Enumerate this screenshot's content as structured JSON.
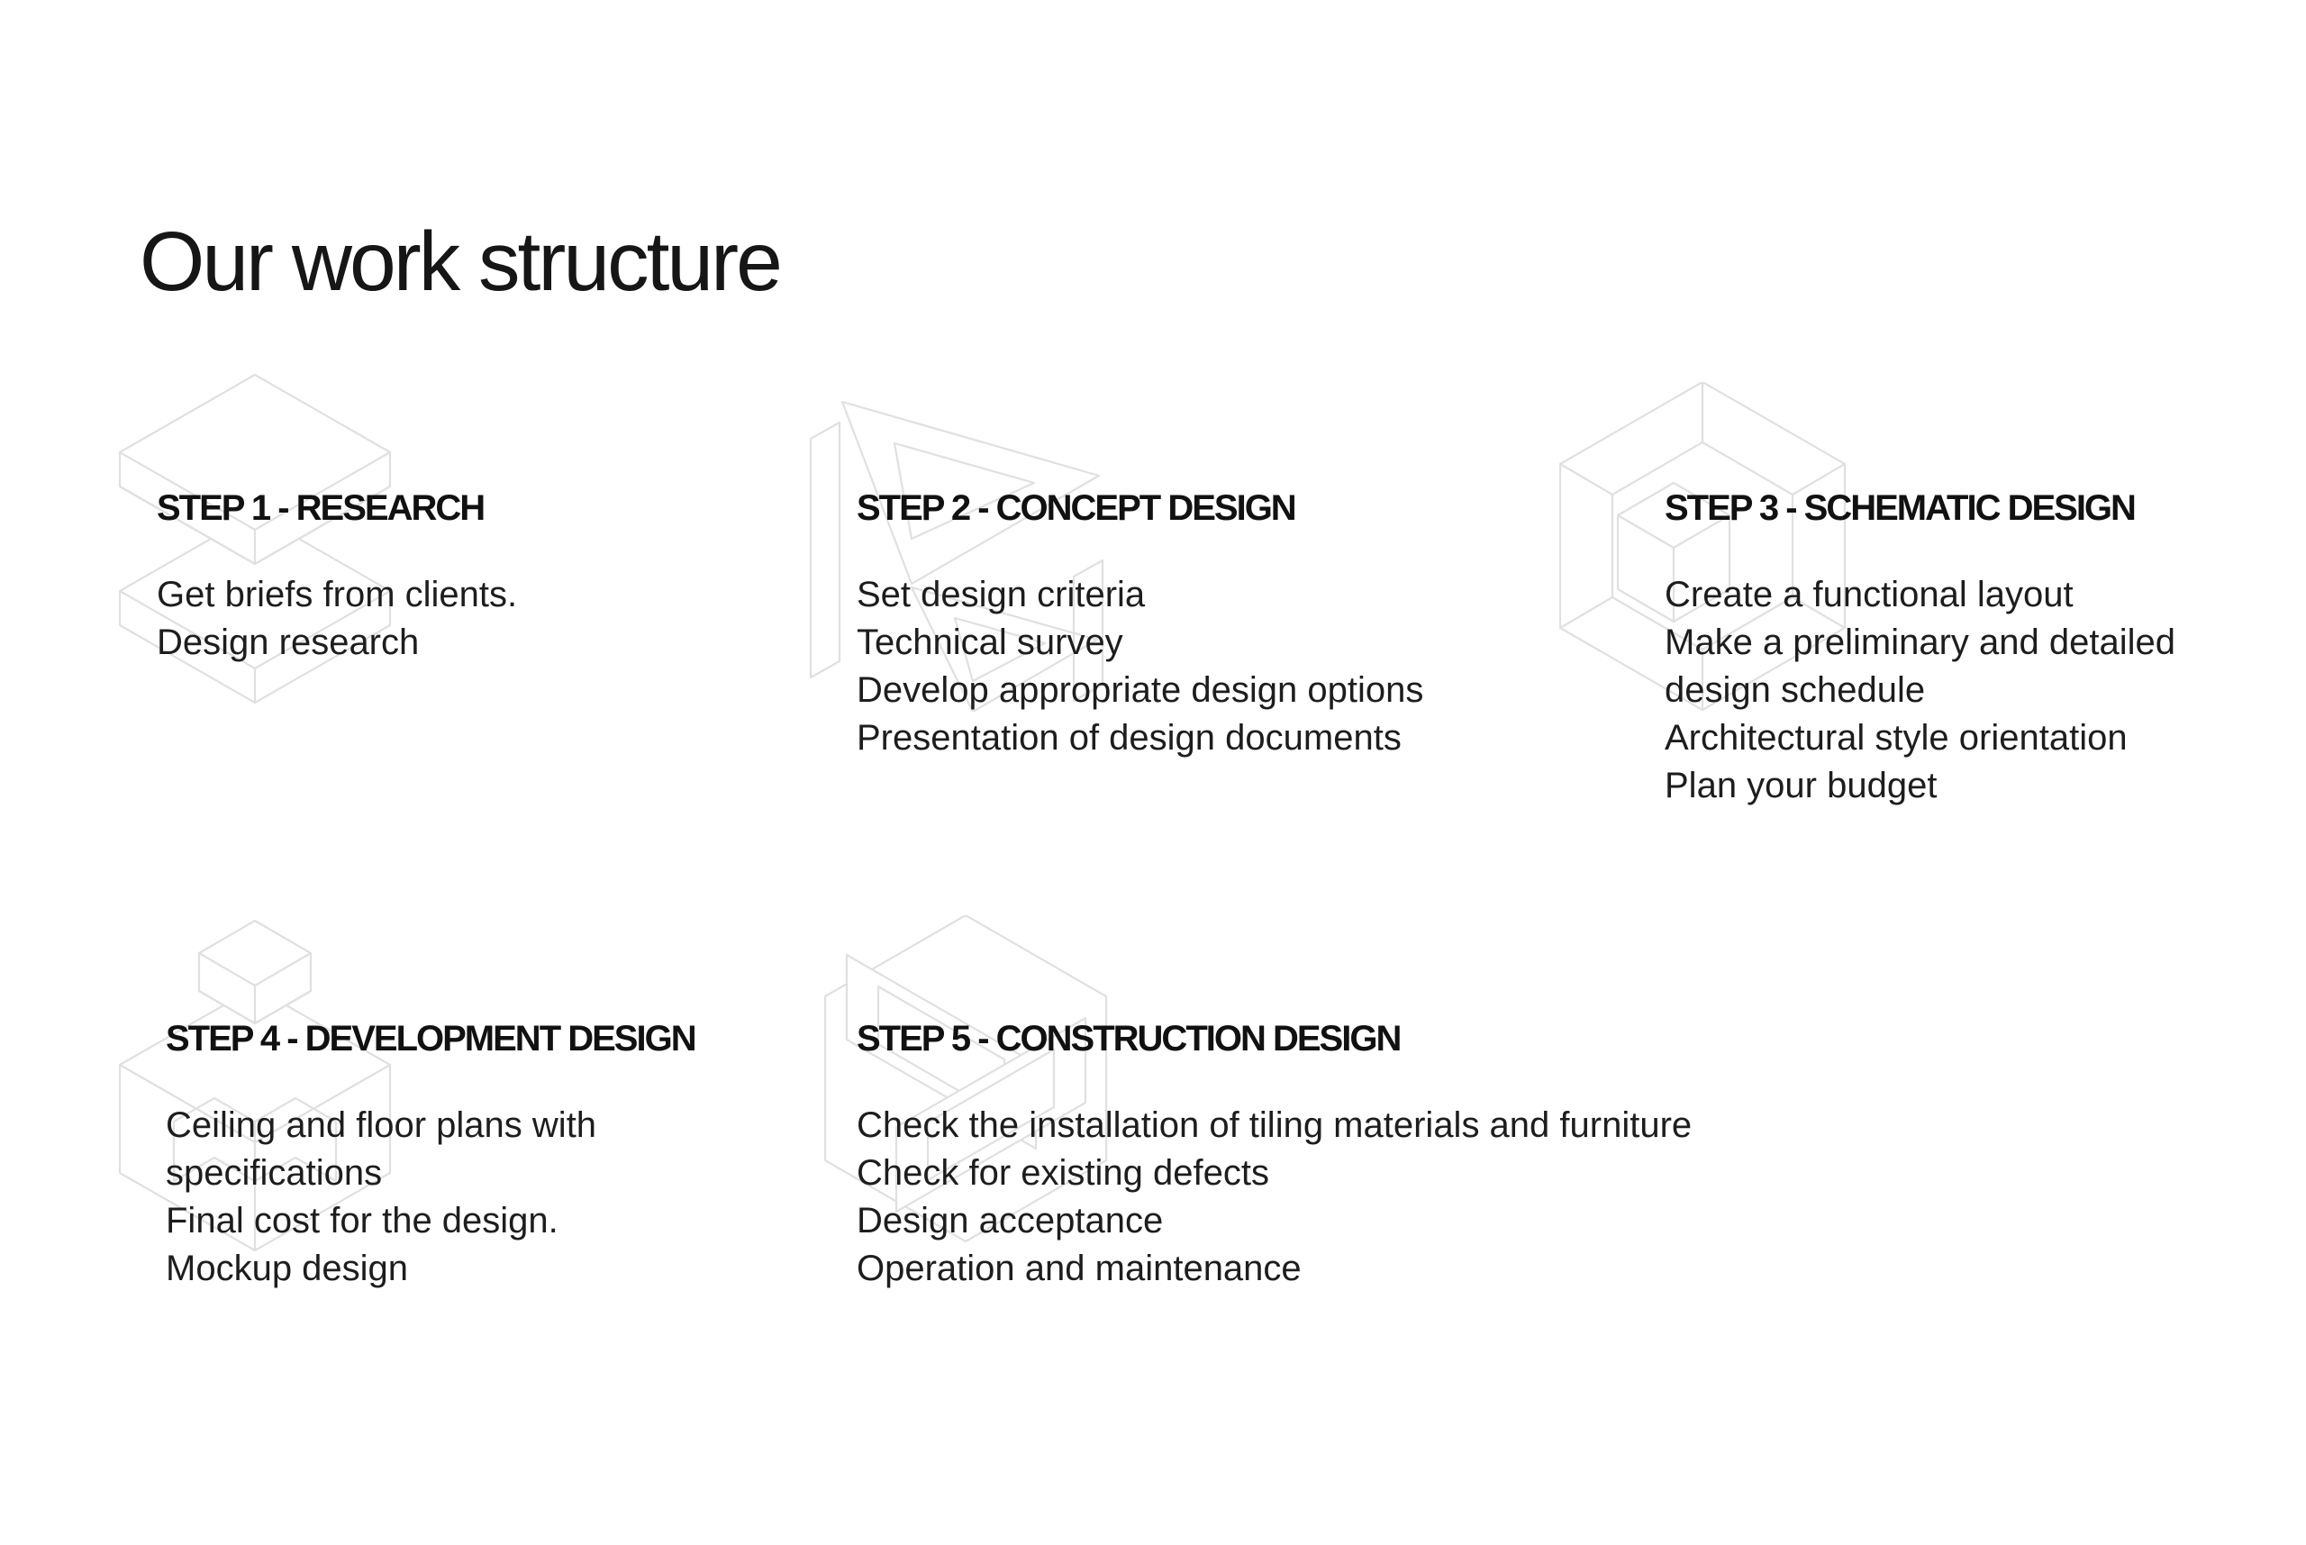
{
  "slide": {
    "title": "Our work structure"
  },
  "theme": {
    "background": "#ffffff",
    "title_color": "#161616",
    "heading_color": "#111111",
    "body_color": "#1d1d1d",
    "icon_line_color": "#e0e0e0"
  },
  "steps": [
    {
      "heading": "STEP 1 - RESEARCH",
      "icon": "stacked-slabs-icon",
      "lines": [
        "Get briefs from clients.",
        "Design research"
      ]
    },
    {
      "heading": "STEP 2 - CONCEPT DESIGN",
      "icon": "isometric-monogram-icon",
      "lines": [
        "Set design criteria",
        "Technical survey",
        "Develop appropriate design options",
        "Presentation of design documents"
      ]
    },
    {
      "heading": "STEP 3 - SCHEMATIC DESIGN",
      "icon": "nested-cubes-icon",
      "lines": [
        "Create a functional layout",
        "Make a preliminary and detailed",
        "design schedule",
        "Architectural style orientation",
        "Plan your budget"
      ]
    },
    {
      "heading": "STEP 4 - DEVELOPMENT DESIGN",
      "icon": "cube-stack-icon",
      "lines": [
        "Ceiling and floor plans with",
        "specifications",
        "Final cost for the design.",
        "Mockup design"
      ]
    },
    {
      "heading": "STEP 5 - CONSTRUCTION DESIGN",
      "icon": "interlocked-links-icon",
      "lines": [
        "Check the installation of tiling materials and furniture",
        "Check for existing defects",
        "Design acceptance",
        "Operation and maintenance"
      ]
    }
  ]
}
